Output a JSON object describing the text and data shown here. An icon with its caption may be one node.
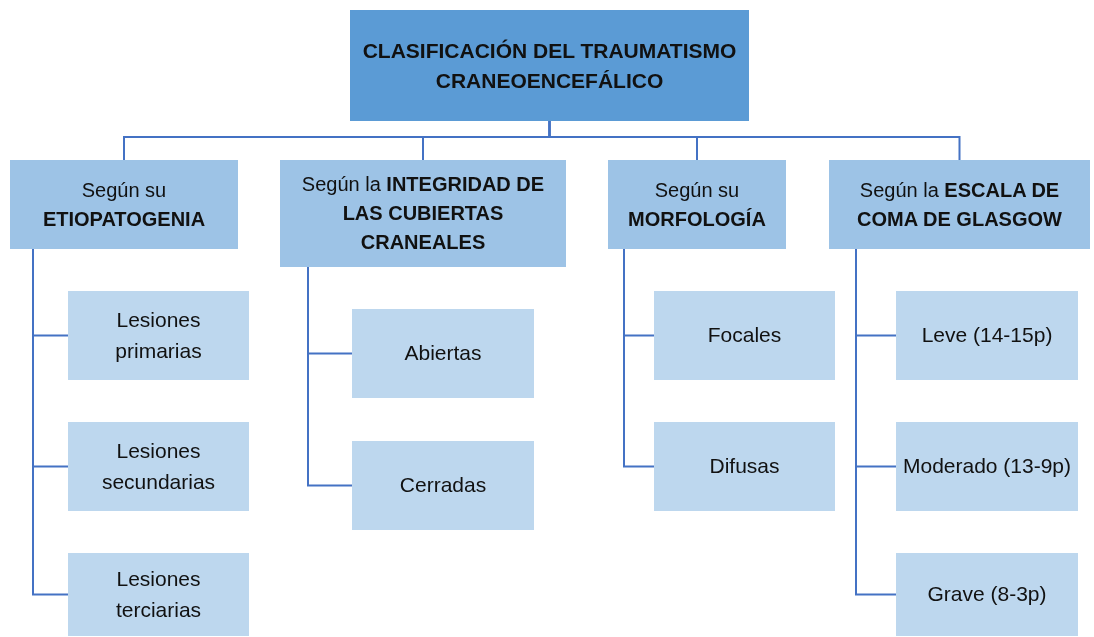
{
  "diagram": {
    "nodes": [
      {
        "text": [
          "CLASIFICACIÓN DEL TRAUMATISMO CRANEOENCEFÁLICO"
        ]
      },
      {
        "text": [
          "Según su **ETIOPATOGENIA**"
        ]
      },
      {
        "text": [
          "Lesiones primarias"
        ]
      },
      {
        "text": [
          "Lesiones secundarias"
        ]
      },
      {
        "text": [
          "Lesiones terciarias"
        ]
      },
      {
        "text": [
          "Según la **INTEGRIDAD DE LAS CUBIERTAS CRANEALES**"
        ]
      },
      {
        "text": [
          "Abiertas"
        ]
      },
      {
        "text": [
          "Cerradas"
        ]
      },
      {
        "text": [
          "Según su **MORFOLOGÍA**"
        ]
      },
      {
        "text": [
          "Focales"
        ]
      },
      {
        "text": [
          "Difusas"
        ]
      },
      {
        "text": [
          "Según la **ESCALA DE COMA DE GLASGOW**"
        ]
      },
      {
        "text": [
          "Leve (14-15p)"
        ]
      },
      {
        "text": [
          "Moderado (13-9p)"
        ]
      },
      {
        "text": [
          "Grave (8-3p)"
        ]
      }
    ],
    "edges": [
      {
        "from": 0,
        "to": 1,
        "arrow": "none"
      },
      {
        "from": 0,
        "to": 5,
        "arrow": "none"
      },
      {
        "from": 0,
        "to": 8,
        "arrow": "none"
      },
      {
        "from": 0,
        "to": 11,
        "arrow": "none"
      },
      {
        "from": 1,
        "to": 2,
        "arrow": "none"
      },
      {
        "from": 1,
        "to": 3,
        "arrow": "none"
      },
      {
        "from": 1,
        "to": 4,
        "arrow": "none"
      },
      {
        "from": 5,
        "to": 6,
        "arrow": "none"
      },
      {
        "from": 5,
        "to": 7,
        "arrow": "none"
      },
      {
        "from": 8,
        "to": 9,
        "arrow": "none"
      },
      {
        "from": 8,
        "to": 10,
        "arrow": "none"
      },
      {
        "from": 11,
        "to": 12,
        "arrow": "none"
      },
      {
        "from": 11,
        "to": 13,
        "arrow": "none"
      },
      {
        "from": 11,
        "to": 14,
        "arrow": "none"
      }
    ]
  }
}
